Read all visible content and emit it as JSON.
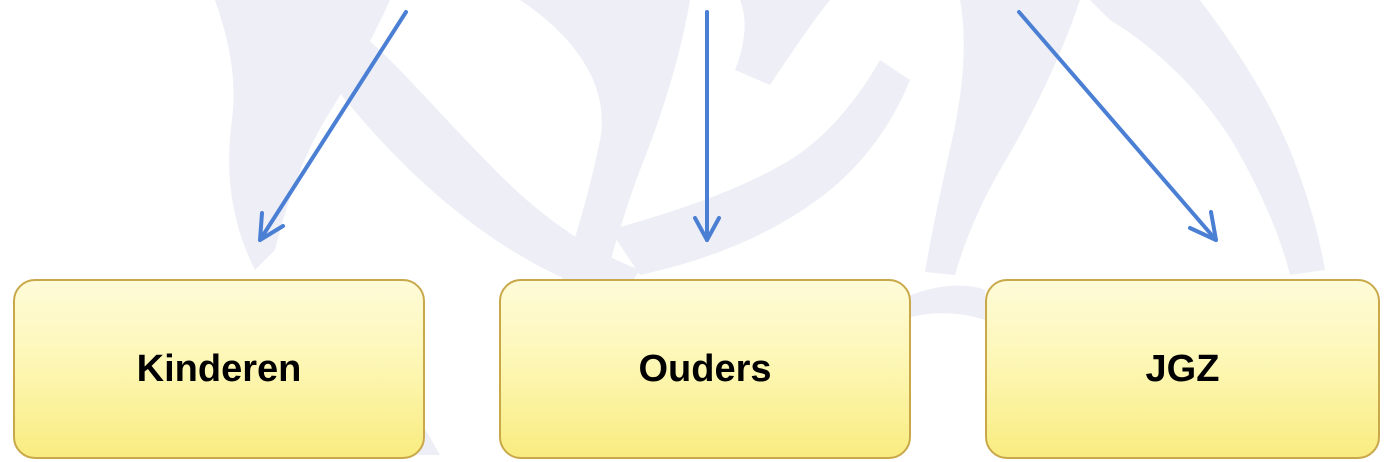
{
  "colors": {
    "arrow": "#4a7fd4",
    "box_fill_top": "#fefbd8",
    "box_fill_bottom": "#f9ec80",
    "box_border": "#c9a84a",
    "background_figure": "#eeeff6"
  },
  "boxes": [
    {
      "label": "Kinderen"
    },
    {
      "label": "Ouders"
    },
    {
      "label": "JGZ"
    }
  ],
  "background": {
    "icon": "running-figures-watermark"
  }
}
